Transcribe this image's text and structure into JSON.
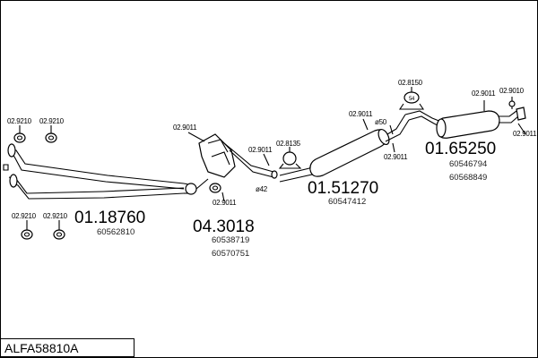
{
  "diagram": {
    "code": "ALFA58810A",
    "assemblies": {
      "front_pipe": {
        "number": "01.18760",
        "sub": "60562810"
      },
      "catalyst": {
        "number": "04.3018",
        "subs": [
          "60538719",
          "60570751"
        ]
      },
      "middle_silencer": {
        "number": "01.51270",
        "sub": "60547412"
      },
      "rear_silencer": {
        "number": "01.65250",
        "subs": [
          "60546794",
          "60568849"
        ]
      }
    },
    "refs": {
      "g9210_tl1": "02.9210",
      "g9210_tl2": "02.9210",
      "g9210_bl1": "02.9210",
      "g9210_bl2": "02.9210",
      "g9011_cat_top": "02.9011",
      "g9011_cat_right": "02.9011",
      "g8135": "02.8135",
      "g9011_cat_bottom": "02.9011",
      "d42": "ø42",
      "g9011_mid_top": "02.9011",
      "d50": "ø50",
      "g9011_mid_bottom": "02.9011",
      "g8150": "02.8150",
      "g9011_rear_a": "02.9011",
      "g9010": "02.9010",
      "g9011_rear_b": "02.9011"
    }
  }
}
